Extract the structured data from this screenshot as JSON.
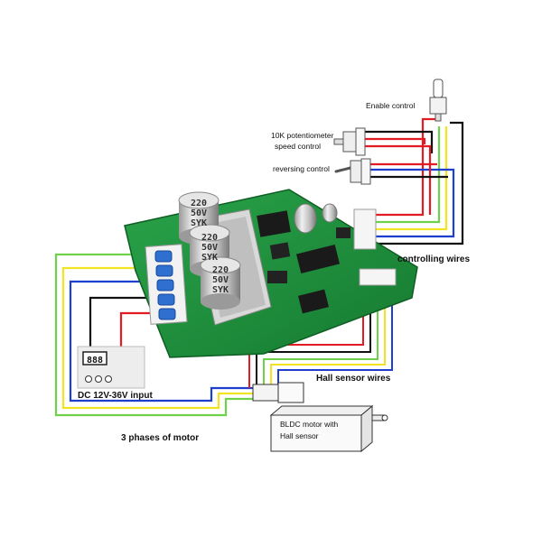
{
  "labels": {
    "enable_control": "Enable control",
    "pot_line1": "10K potentiometer",
    "pot_line2": "speed control",
    "reversing_control": "reversing control",
    "controlling_wires": "controlling wires",
    "hall_sensor_wires": "Hall sensor wires",
    "dc_input": "DC 12V-36V input",
    "three_phases": "3 phases of motor",
    "motor_line1": "BLDC  motor  with",
    "motor_line2": "Hall sensor",
    "display_digits": "888"
  },
  "capacitors": [
    {
      "line1": "220",
      "line2": "50V",
      "line3": "SYK"
    },
    {
      "line1": "220",
      "line2": "50V",
      "line3": "SYK"
    },
    {
      "line1": "220",
      "line2": "50V",
      "line3": "SYK"
    }
  ],
  "colors": {
    "pcb": "#1f8a3a",
    "wire_red": "#e31b23",
    "wire_black": "#111111",
    "wire_blue": "#1d3fcf",
    "wire_yellow": "#f2e422",
    "wire_green": "#6fd14a",
    "terminal_blue": "#2f6fd0"
  }
}
